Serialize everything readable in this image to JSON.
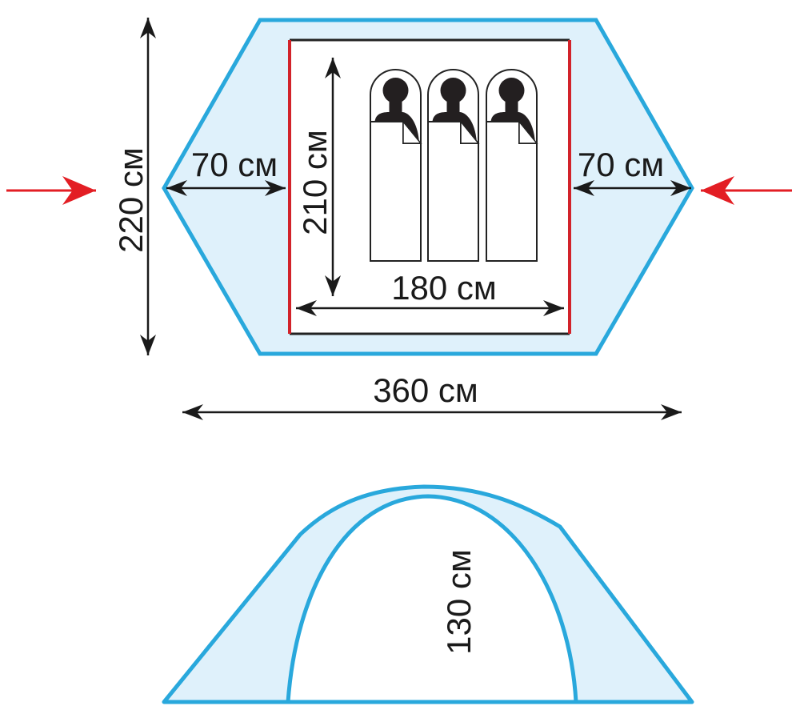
{
  "dimensions": {
    "total_height": "220 см",
    "inner_length": "210 см",
    "vestibule_left": "70 см",
    "vestibule_right": "70 см",
    "inner_width": "180 см",
    "total_length": "360 см",
    "tent_height": "130 см"
  },
  "colors": {
    "outline": "#29a8dc",
    "fill": "#dff1fb",
    "entrance_arrow": "#e31e24",
    "door_edge": "#d2232a"
  },
  "sleeping_places": 3
}
